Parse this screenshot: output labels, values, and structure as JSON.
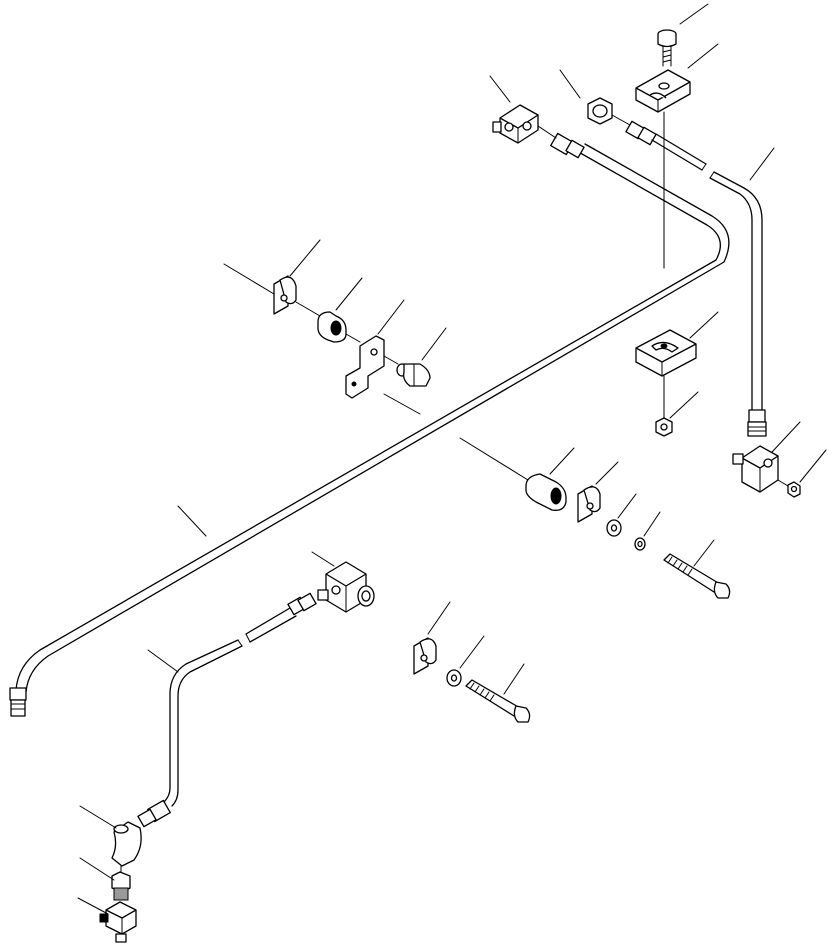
{
  "figure": {
    "kind": "exploded parts diagram",
    "callout_count": 26,
    "parts": [
      "tube-long-upper",
      "tube-right-vertical",
      "tube-lower-bent",
      "connector-block-upper",
      "connector-block-middle",
      "connector-block-right",
      "connector-block-bottom",
      "elbow-fitting",
      "union-fitting",
      "nut-fitting",
      "clamp-cap-upper",
      "clamp-base-lower",
      "cap-screw-top",
      "nut-lock",
      "nut-small-right",
      "clip-left",
      "spacer-left",
      "bracket-left",
      "bolt-left",
      "spacer-middle",
      "clip-middle",
      "washer-middle",
      "lockwasher-middle",
      "bolt-middle",
      "clip-lower",
      "washer-lower",
      "bolt-lower"
    ],
    "colors": {
      "line": "#000000",
      "background": "#ffffff",
      "shade": "#999999"
    }
  }
}
